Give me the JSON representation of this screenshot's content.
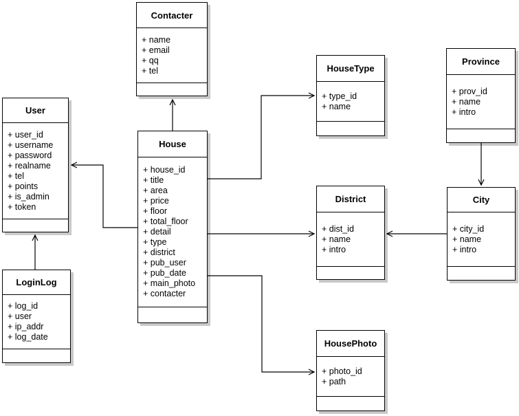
{
  "diagram": {
    "kind": "uml-class-diagram",
    "colors": {
      "background": "#ffffff",
      "box_fill": "#ffffff",
      "border": "#000000",
      "shadow": "#c9c9c9",
      "line": "#000000",
      "text": "#000000"
    },
    "entities": [
      {
        "name": "Contacter",
        "fields": [
          "+ name",
          "+ email",
          "+ qq",
          "+ tel"
        ]
      },
      {
        "name": "User",
        "fields": [
          "+ user_id",
          "+ username",
          "+ password",
          "+ realname",
          "+ tel",
          "+ points",
          "+ is_admin",
          "+ token"
        ]
      },
      {
        "name": "House",
        "fields": [
          "+ house_id",
          "+ title",
          "+ area",
          "+ price",
          "+ floor",
          "+ total_floor",
          "+ detail",
          "+ type",
          "+ district",
          "+ pub_user",
          "+ pub_date",
          "+ main_photo",
          "+ contacter"
        ]
      },
      {
        "name": "HouseType",
        "fields": [
          "+ type_id",
          "+ name"
        ]
      },
      {
        "name": "Province",
        "fields": [
          "+ prov_id",
          "+ name",
          "+ intro"
        ]
      },
      {
        "name": "District",
        "fields": [
          "+ dist_id",
          "+ name",
          "+ intro"
        ]
      },
      {
        "name": "City",
        "fields": [
          "+ city_id",
          "+ name",
          "+ intro"
        ]
      },
      {
        "name": "LoginLog",
        "fields": [
          "+ log_id",
          "+ user",
          "+ ip_addr",
          "+ log_date"
        ]
      },
      {
        "name": "HousePhoto",
        "fields": [
          "+ photo_id",
          "+ path"
        ]
      }
    ],
    "relations": [
      {
        "from": "House",
        "to": "Contacter"
      },
      {
        "from": "House",
        "to": "User"
      },
      {
        "from": "House",
        "to": "HouseType"
      },
      {
        "from": "House",
        "to": "District"
      },
      {
        "from": "House",
        "to": "HousePhoto"
      },
      {
        "from": "City",
        "to": "District"
      },
      {
        "from": "Province",
        "to": "City"
      },
      {
        "from": "LoginLog",
        "to": "User"
      }
    ]
  }
}
